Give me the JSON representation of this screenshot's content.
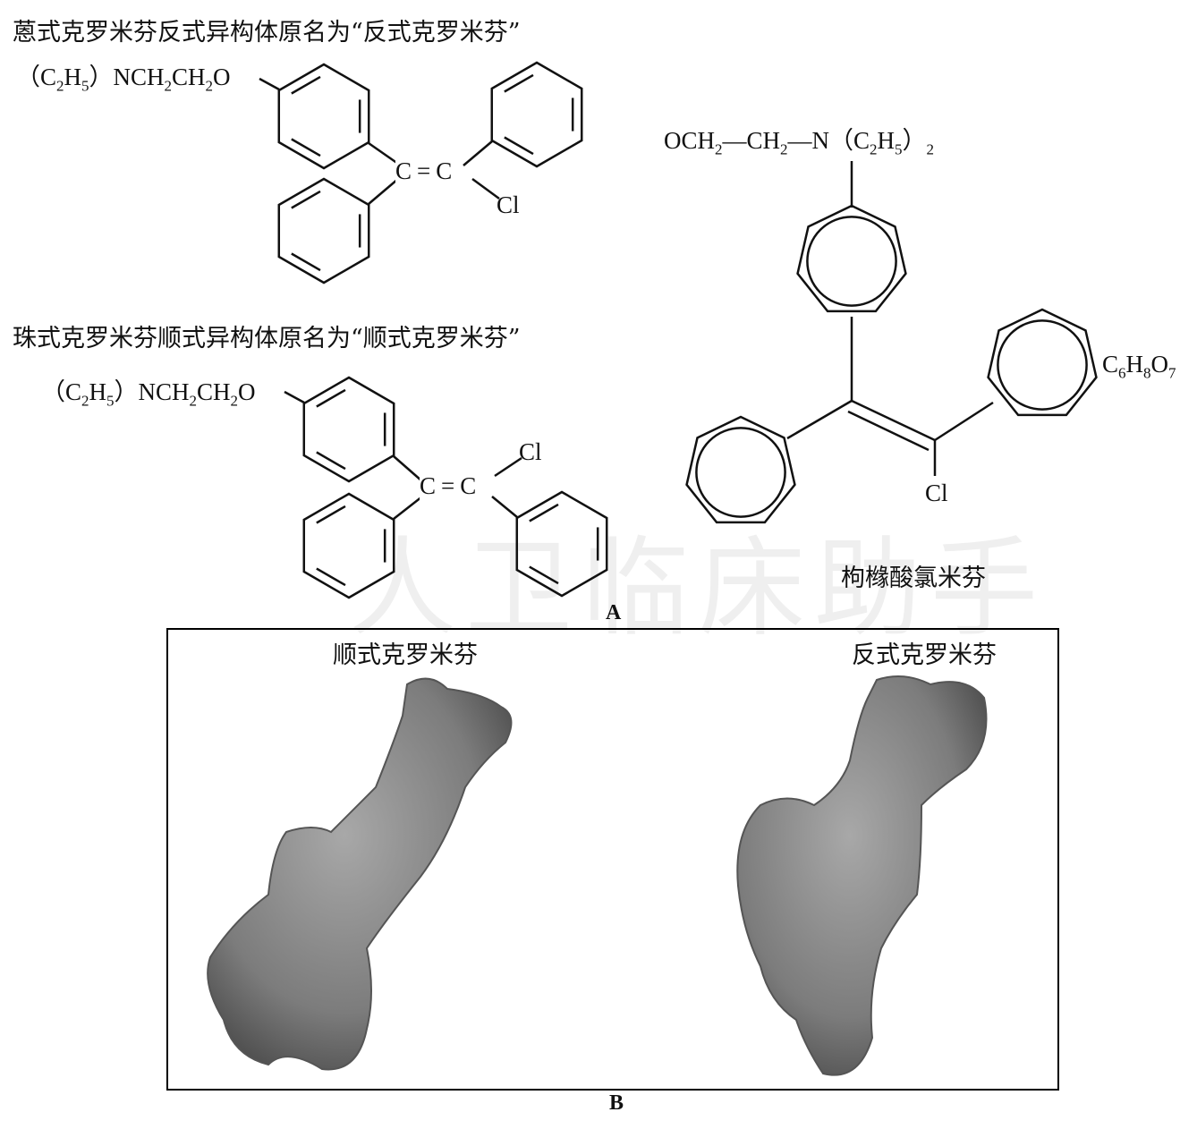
{
  "structure_1": {
    "caption": "蒽式克罗米芬反式异构体原名为“反式克罗米芬”",
    "side_chain": [
      "（C",
      "2",
      "H",
      "5",
      "）NCH",
      "2",
      "CH",
      "2",
      "O"
    ],
    "alkene": "C=C",
    "chlorine": "Cl"
  },
  "structure_2": {
    "caption": "珠式克罗米芬顺式异构体原名为“顺式克罗米芬”",
    "side_chain": [
      "（C",
      "2",
      "H",
      "5",
      "）NCH",
      "2",
      "CH",
      "2",
      "O"
    ],
    "alkene": "C=C",
    "chlorine": "Cl"
  },
  "structure_3": {
    "side_chain": [
      "OCH",
      "2",
      "—CH",
      "2",
      "—N（C",
      "2",
      "H",
      "5",
      "）",
      "2"
    ],
    "citrate": [
      "C",
      "6",
      "H",
      "8",
      "O",
      "7"
    ],
    "chlorine": "Cl",
    "name": "枸橼酸氯米芬"
  },
  "panel_a_label": "A",
  "panel_b": {
    "label": "B",
    "left_title": "顺式克罗米芬",
    "right_title": "反式克罗米芬"
  },
  "watermark": "人卫临床助手"
}
